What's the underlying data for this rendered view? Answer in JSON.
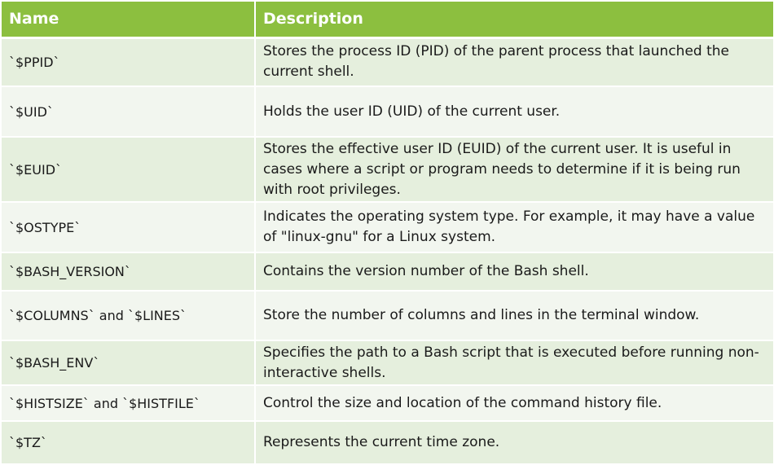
{
  "table": {
    "headers": [
      "Name",
      "Description"
    ],
    "rows": [
      {
        "name": "`$PPID`",
        "description": "Stores the process ID (PID) of the parent process that launched the current shell."
      },
      {
        "name": "`$UID`",
        "description": "Holds the user ID (UID) of the current user."
      },
      {
        "name": "`$EUID`",
        "description": "Stores the effective user ID (EUID) of the current user. It is useful in cases where a script or program needs to determine if it is being run with root privileges."
      },
      {
        "name": "`$OSTYPE`",
        "description": "Indicates the operating system type. For example, it may have a value of \"linux-gnu\" for a Linux system."
      },
      {
        "name": "`$BASH_VERSION`",
        "description": "Contains the version number of the Bash shell."
      },
      {
        "name": "`$COLUMNS` and `$LINES`",
        "description": "Store the number of columns and lines in the terminal window."
      },
      {
        "name": "`$BASH_ENV`",
        "description": "Specifies the path to a Bash script that is executed before running non-interactive shells."
      },
      {
        "name": "`$HISTSIZE` and `$HISTFILE`",
        "description": "Control the size and location of the command history file."
      },
      {
        "name": "`$TZ`",
        "description": "Represents the current time zone."
      }
    ]
  },
  "colors": {
    "header_bg": "#8cbf3f",
    "header_text": "#ffffff",
    "row_odd_bg": "#e5efdd",
    "row_even_bg": "#f2f6ef"
  }
}
